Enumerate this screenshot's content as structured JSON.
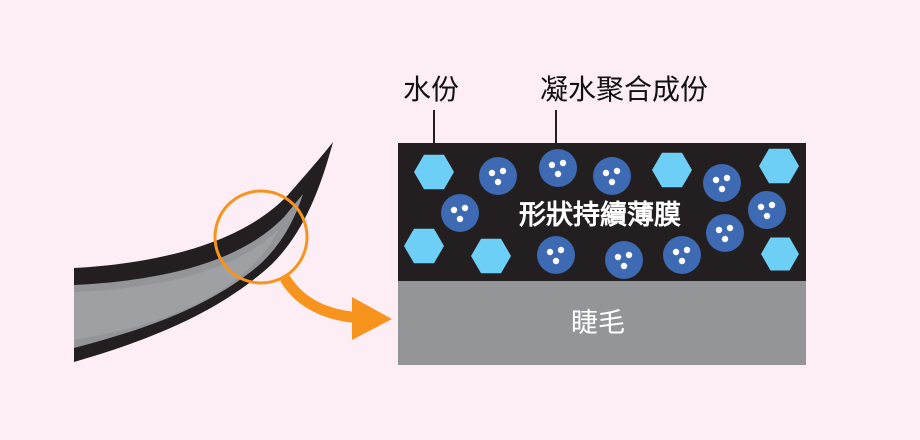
{
  "labels": {
    "water": "水份",
    "polymer": "凝水聚合成份",
    "film": "形狀持續薄膜",
    "eyelash": "睫毛"
  },
  "colors": {
    "background": "#fdeef5",
    "film": "#231f20",
    "eyelash_layer": "#939598",
    "water_particle": "#6dcff6",
    "polymer_particle": "#3d6ab3",
    "magnifier": "#f7941d",
    "arrow": "#f7941d"
  },
  "icons": {
    "water": "hexagon-icon",
    "polymer": "dotted-circle-icon"
  }
}
